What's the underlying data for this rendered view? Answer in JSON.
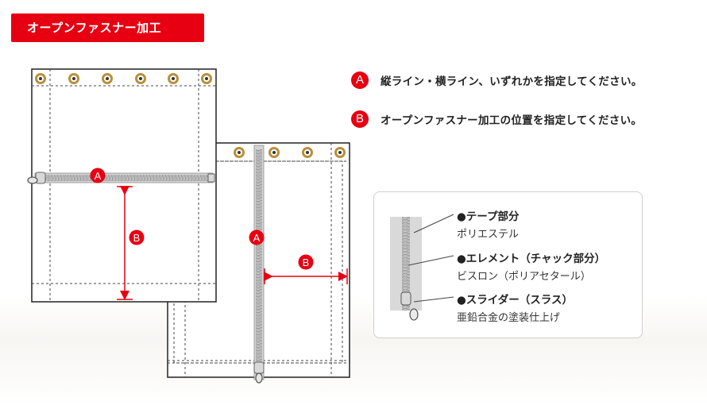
{
  "header": {
    "title": "オープンファスナー加工"
  },
  "diagram": {
    "badge_a": "A",
    "badge_b": "B"
  },
  "notes": [
    {
      "badge": "A",
      "text": "縦ライン・横ライン、いずれかを指定してください。"
    },
    {
      "badge": "B",
      "text": "オープンファスナー加工の位置を指定してください。"
    }
  ],
  "legend": [
    {
      "title": "●テープ部分",
      "desc": "ポリエステル"
    },
    {
      "title": "●エレメント（チャック部分）",
      "desc": "ビスロン（ポリアセタール）"
    },
    {
      "title": "●スライダー（スラス）",
      "desc": "亜鉛合金の塗装仕上げ"
    }
  ],
  "colors": {
    "accent": "#e60012",
    "zipper": "#c8c8c8",
    "grommet": "#c9a24a",
    "line": "#222222"
  }
}
